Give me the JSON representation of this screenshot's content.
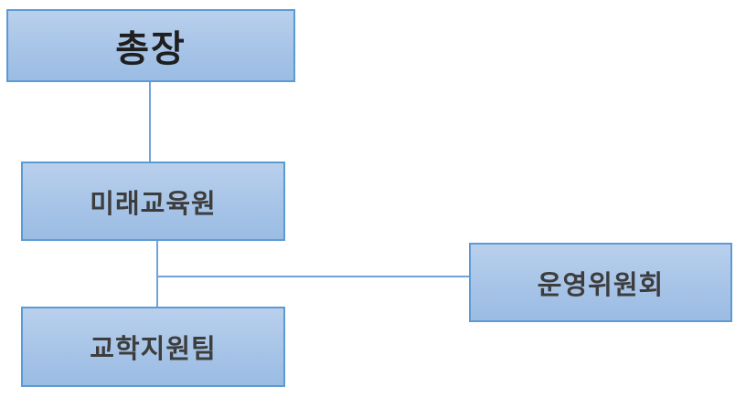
{
  "diagram": {
    "type": "org-chart",
    "background_color": "#ffffff",
    "colors": {
      "box_fill_top": "#bad0ed",
      "box_fill_bottom": "#9bbce3",
      "box_border": "#5b9bd5",
      "connector": "#6fa3db",
      "root_text": "#1f1f1f",
      "node_text": "#3d3d3d"
    },
    "nodes": [
      {
        "id": "chancellor",
        "label": "총장"
      },
      {
        "id": "future-edu",
        "label": "미래교육원"
      },
      {
        "id": "committee",
        "label": "운영위원회"
      },
      {
        "id": "support-team",
        "label": "교학지원팀"
      }
    ],
    "connectors": [
      {
        "from": "chancellor",
        "to": "future-edu",
        "shape": "vertical"
      },
      {
        "from": "future-edu",
        "to": "support-team",
        "shape": "vertical"
      },
      {
        "from": "future-edu",
        "to": "committee",
        "shape": "horizontal-branch"
      }
    ]
  }
}
